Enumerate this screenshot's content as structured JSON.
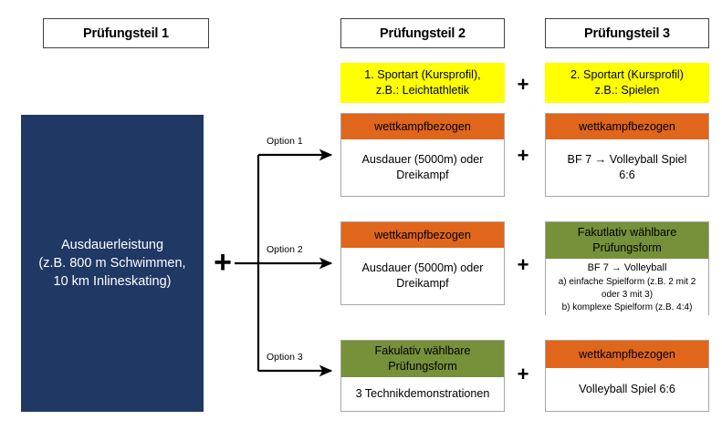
{
  "headers": [
    {
      "label": "Prüfungsteil 1"
    },
    {
      "label": "Prüfungsteil 2"
    },
    {
      "label": "Prüfungsteil 3"
    }
  ],
  "part1": {
    "line1": "Ausdauerleistung",
    "line2": "(z.B. 800 m Schwimmen,",
    "line3": "10 km Inlineskating)",
    "color": "#1F3864"
  },
  "sportart": {
    "left": {
      "line1": "1. Sportart (Kursprofil),",
      "line2": "z.B.: Leichtathletik",
      "color": "#FFFF00"
    },
    "right": {
      "line1": "2. Sportart (Kursprofil)",
      "line2": "z.B.: Spielen",
      "color": "#FFFF00"
    },
    "plus": "+"
  },
  "plus_main": "+",
  "colors": {
    "orange": "#E0661B",
    "green": "#77903A",
    "yellow": "#FFFF00",
    "blue": "#1F3864",
    "border": "#A6A6A6"
  },
  "options": [
    {
      "label": "Option 1",
      "plus": "+",
      "part2": {
        "caption": "wettkampfbezogen",
        "caption_color": "orange",
        "body_line1": "Ausdauer (5000m) oder",
        "body_line2": "Dreikampf"
      },
      "part3": {
        "caption": "wettkampfbezogen",
        "caption_color": "orange",
        "body_line1": "BF 7 → Volleyball Spiel",
        "body_line2": "6:6"
      }
    },
    {
      "label": "Option 2",
      "plus": "+",
      "part2": {
        "caption": "wettkampfbezogen",
        "caption_color": "orange",
        "body_line1": "Ausdauer (5000m) oder",
        "body_line2": "Dreikampf"
      },
      "part3": {
        "caption_line1": "Fakutlativ wählbare",
        "caption_line2": "Prüfungsform",
        "caption_color": "green",
        "body_line1": "BF 7 → Volleyball",
        "body_line2": "a) einfache Spielform (z.B. 2 mit 2",
        "body_line3": "oder 3 mit 3)",
        "body_line4": "b) komplexe Spielform (z.B. 4:4)"
      }
    },
    {
      "label": "Option 3",
      "plus": "+",
      "part2": {
        "caption_line1": "Fakulativ wählbare",
        "caption_line2": "Prüfungsform",
        "caption_color": "green",
        "body_line1": "3 Technikdemonstrationen"
      },
      "part3": {
        "caption": "wettkampfbezogen",
        "caption_color": "orange",
        "body_line1": "Volleyball Spiel 6:6"
      }
    }
  ]
}
